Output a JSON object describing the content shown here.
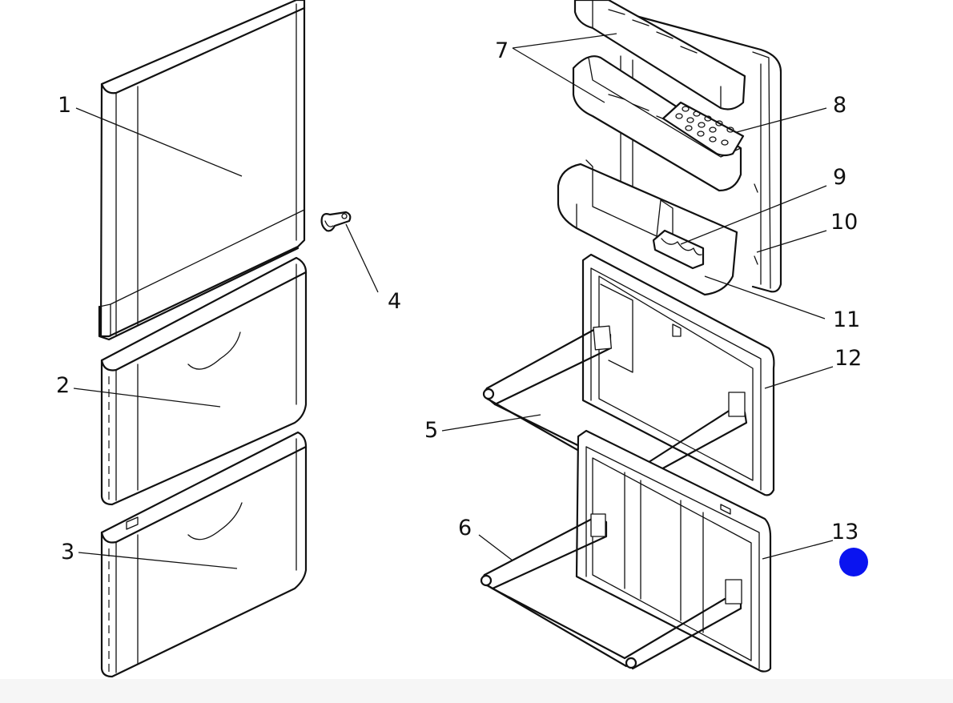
{
  "labels": {
    "p1": "1",
    "p2": "2",
    "p3": "3",
    "p4": "4",
    "p5": "5",
    "p6": "6",
    "p7": "7",
    "p8": "8",
    "p9": "9",
    "p10": "10",
    "p11": "11",
    "p12": "12",
    "p13": "13"
  },
  "colors": {
    "ink": "#111111",
    "marker": "#0a14f0",
    "footer": "#f6f6f6"
  },
  "icons": {
    "marker": "blue-dot-marker-icon"
  }
}
